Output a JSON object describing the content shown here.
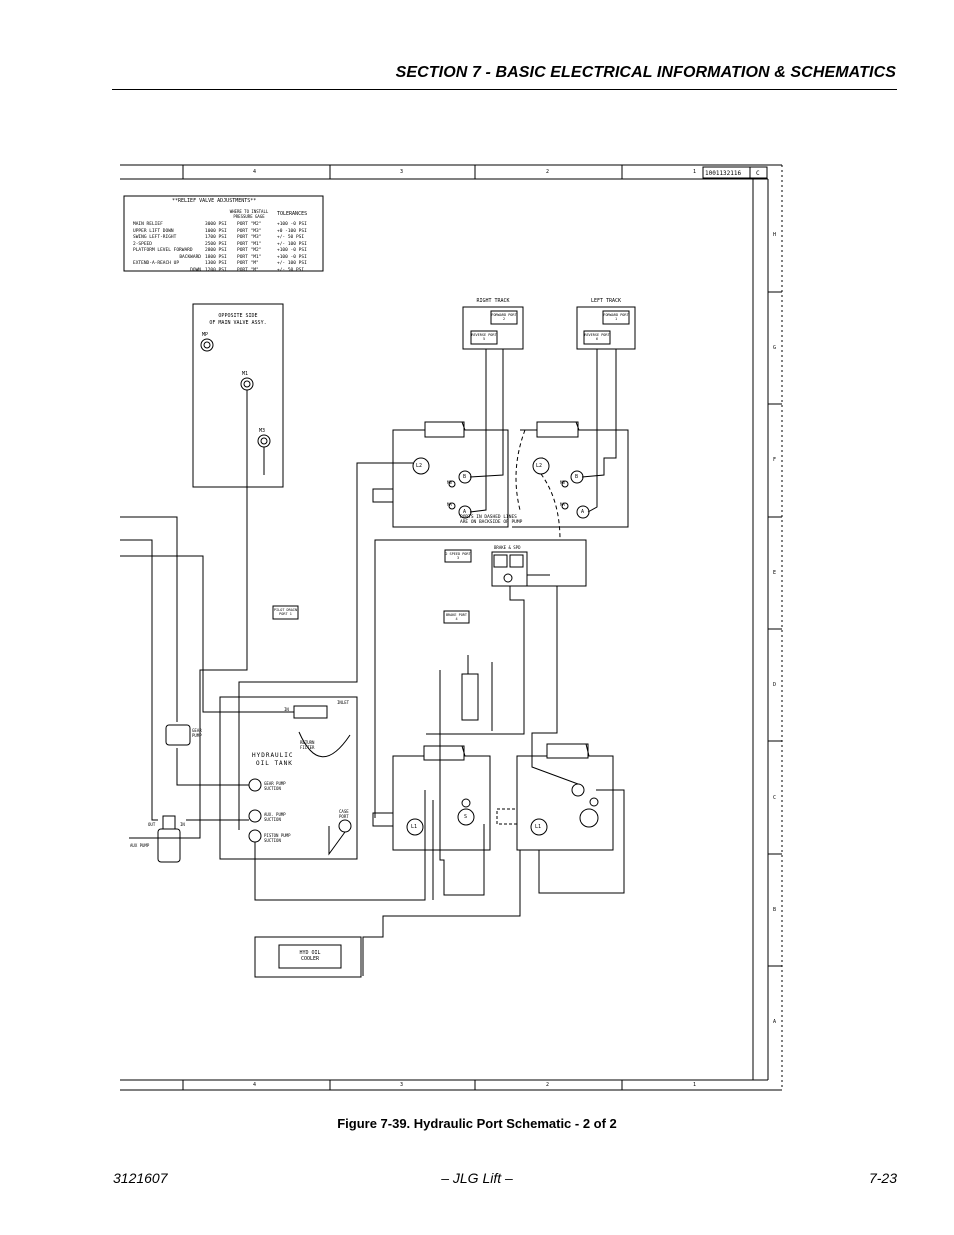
{
  "header": {
    "section_title": "SECTION 7 - BASIC ELECTRICAL INFORMATION & SCHEMATICS"
  },
  "figure": {
    "caption": "Figure 7-39.  Hydraulic Port Schematic - 2 of 2"
  },
  "footer": {
    "doc_number": "3121607",
    "center": "– JLG Lift –",
    "page": "7-23"
  },
  "schematic": {
    "title_block": {
      "number": "1001132116",
      "rev": "C"
    },
    "zones_columns": [
      "4",
      "3",
      "2",
      "1"
    ],
    "zones_rows": [
      "H",
      "G",
      "F",
      "E",
      "D",
      "C",
      "B",
      "A"
    ],
    "relief_table": {
      "title": "**RELIEF VALVE ADJUSTMENTS**",
      "col_gauge": "WHERE TO INSTALL PRESSURE GAGE",
      "col_tol": "TOLERANCES",
      "rows": [
        [
          "MAIN RELIEF",
          "3000 PSI",
          "PORT \"M2\"",
          "+100 -0 PSI"
        ],
        [
          "UPPER LIFT DOWN",
          "1000 PSI",
          "PORT \"M3\"",
          "+0 -100 PSI"
        ],
        [
          "SWING LEFT-RIGHT",
          "1700 PSI",
          "PORT \"M3\"",
          "+/- 50 PSI"
        ],
        [
          "2-SPEED",
          "2500 PSI",
          "PORT \"M1\"",
          "+/- 100 PSI"
        ],
        [
          "PLATFORM LEVEL FORWARD",
          "2800 PSI",
          "PORT \"M2\"",
          "+100 -0 PSI"
        ],
        [
          "BACKWARD",
          "1800 PSI",
          "PORT \"M1\"",
          "+100 -0 PSI"
        ],
        [
          "EXTEND-A-REACH UP",
          "1300 PSI",
          "PORT \"M\"",
          "+/- 100 PSI"
        ],
        [
          "DOWN",
          "1200 PSI",
          "PORT \"M\"",
          "+/- 50 PSI"
        ]
      ]
    },
    "valve_box": {
      "title_1": "OPPOSITE SIDE",
      "title_2": "OF MAIN VALVE ASSY.",
      "port_mp": "MP",
      "port_m1": "M1",
      "port_m3": "M3"
    },
    "right_track": {
      "title": "RIGHT TRACK",
      "fwd": "FORWARD PORT 2",
      "rev": "REVERSE PORT 5"
    },
    "left_track": {
      "title": "LEFT TRACK",
      "fwd": "FORWARD PORT 1",
      "rev": "REVERSE PORT 6"
    },
    "drive_pumps": {
      "note_1": "PORTS IN DASHED LINES",
      "note_2": "ARE ON BACKSIDE OF PUMP",
      "port_l2": "L2",
      "port_b": "B",
      "port_a": "A",
      "port_mb": "MB",
      "port_ma": "MA"
    },
    "brake_valve": {
      "label": "BRAKE & SPD",
      "speed_tag": "2 SPEED PORT 3",
      "brake_tag": "BRAKE PORT 4"
    },
    "pilot_tag": "PILOT DRAIN PORT 1",
    "tank": {
      "title_1": "HYDRAULIC",
      "title_2": "OIL TANK",
      "in": "IN",
      "inlet": "INLET",
      "return_filter_1": "RETURN",
      "return_filter_2": "FILTER",
      "gear_suction": "GEAR PUMP SUCTION",
      "aux_suction": "AUX. PUMP SUCTION",
      "piston_suction": "PISTON PUMP SUCTION",
      "case_port": "CASE PORT"
    },
    "gear_pump": "GEAR PUMP",
    "aux_pump": {
      "label": "AUX PUMP",
      "out": "OUT",
      "in": "IN"
    },
    "cooler": {
      "line_1": "HYD OIL",
      "line_2": "COOLER"
    },
    "lower_pumps": {
      "port_l1": "L1",
      "port_s": "S"
    }
  }
}
